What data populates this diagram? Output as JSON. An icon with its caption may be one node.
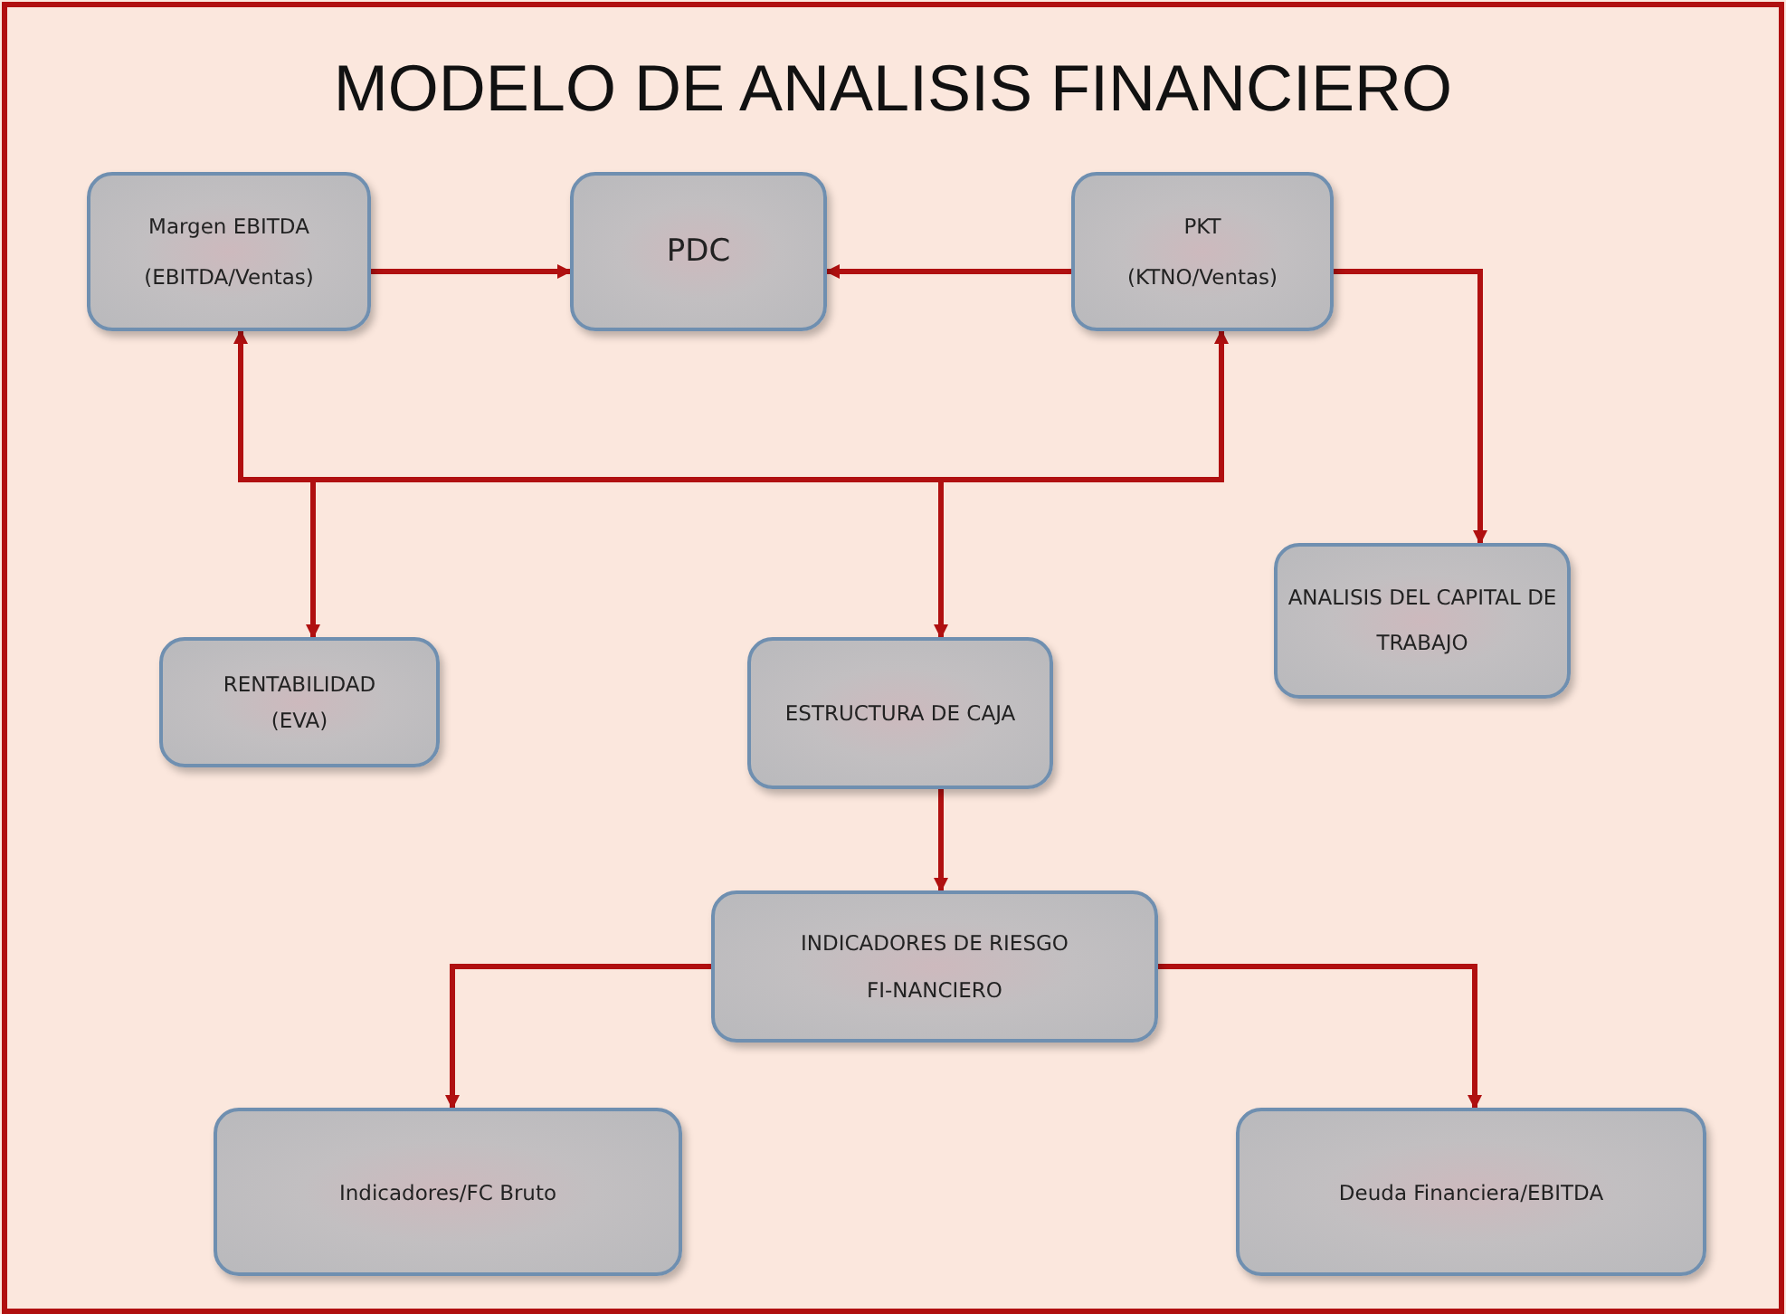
{
  "diagram": {
    "title": "MODELO DE ANALISIS FINANCIERO",
    "nodes": [
      {
        "text": [
          "Margen EBITDA",
          "(EBITDA/Ventas)"
        ]
      },
      {
        "text": [
          "PDC"
        ]
      },
      {
        "text": [
          "PKT",
          "(KTNO/Ventas)"
        ]
      },
      {
        "text": [
          "RENTABILIDAD",
          "(EVA)"
        ]
      },
      {
        "text": [
          "ESTRUCTURA DE CAJA"
        ]
      },
      {
        "text": [
          "ANALISIS DEL CAPITAL DE TRABAJO"
        ]
      },
      {
        "text": [
          "INDICADORES DE RIESGO FI-NANCIERO"
        ]
      },
      {
        "text": [
          "Indicadores/FC Bruto"
        ]
      },
      {
        "text": [
          "Deuda Financiera/EBITDA"
        ]
      }
    ],
    "edges": [
      {
        "from": 0,
        "to": 1,
        "arrow": "to"
      },
      {
        "from": 2,
        "to": 1,
        "arrow": "to"
      },
      {
        "from": 2,
        "to": 5,
        "arrow": "to"
      },
      {
        "from": null,
        "to": 0,
        "arrow": "to"
      },
      {
        "from": null,
        "to": 2,
        "arrow": "to"
      },
      {
        "from": null,
        "to": 3,
        "arrow": "to"
      },
      {
        "from": null,
        "to": 4,
        "arrow": "to"
      },
      {
        "from": 4,
        "to": 6,
        "arrow": "to"
      },
      {
        "from": 6,
        "to": 7,
        "arrow": "to"
      },
      {
        "from": 6,
        "to": 8,
        "arrow": "to"
      }
    ]
  }
}
